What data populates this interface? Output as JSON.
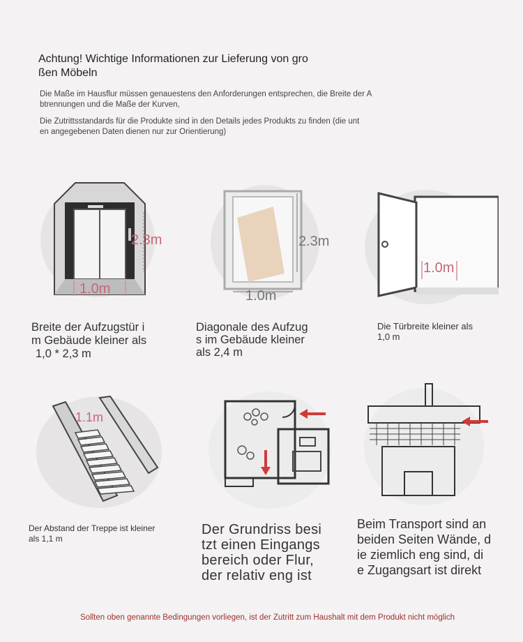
{
  "heading": {
    "line1": "Achtung! Wichtige Informationen zur Lieferung von gro",
    "line2": "ßen Möbeln"
  },
  "intro": {
    "p1_line1": "Die Maße im Hausflur müssen genauestens den Anforderungen entsprechen, die Breite der A",
    "p1_line2": "btrennungen und die Maße der Kurven,",
    "p2_line1": "Die Zutrittsstandards für die Produkte sind in den Details jedes Produkts zu finden (die unt",
    "p2_line2": "en angegebenen Daten dienen nur zur Orientierung)"
  },
  "items": [
    {
      "icon": "elevator-door-icon",
      "labels": [
        "2.3m",
        "1.0m"
      ],
      "caption": [
        "Breite der Aufzugstür i",
        "m Gebäude kleiner als",
        "1,0 * 2,3 m"
      ]
    },
    {
      "icon": "elevator-diagonal-icon",
      "labels": [
        "2.3m",
        "1.0m"
      ],
      "caption": [
        "Diagonale des Aufzug",
        "s im Gebäude kleiner",
        "als 2,4 m"
      ]
    },
    {
      "icon": "door-icon",
      "labels": [
        "1.0m"
      ],
      "caption": [
        "Die Türbreite kleiner als",
        "1,0 m"
      ]
    },
    {
      "icon": "staircase-icon",
      "labels": [
        "1.1m"
      ],
      "caption": [
        "Der Abstand der Treppe ist kleiner",
        "als 1,1 m"
      ]
    },
    {
      "icon": "floor-plan-icon",
      "labels": [],
      "caption": [
        "Der Grundriss besi",
        "tzt einen Eingangs",
        "bereich oder Flur,",
        "der relativ eng ist"
      ]
    },
    {
      "icon": "corridor-walls-icon",
      "labels": [],
      "caption": [
        "Beim Transport sind an",
        "beiden Seiten Wände, d",
        "ie ziemlich eng sind, di",
        "e Zugangsart ist direkt"
      ]
    }
  ],
  "footer": "Sollten oben genannte Bedingungen vorliegen, ist der Zutritt zum Haushalt mit dem Produkt nicht möglich",
  "colors": {
    "accent_red": "#d23a3a",
    "measure_pink": "#d98a9a",
    "footer_red": "#a03030"
  }
}
